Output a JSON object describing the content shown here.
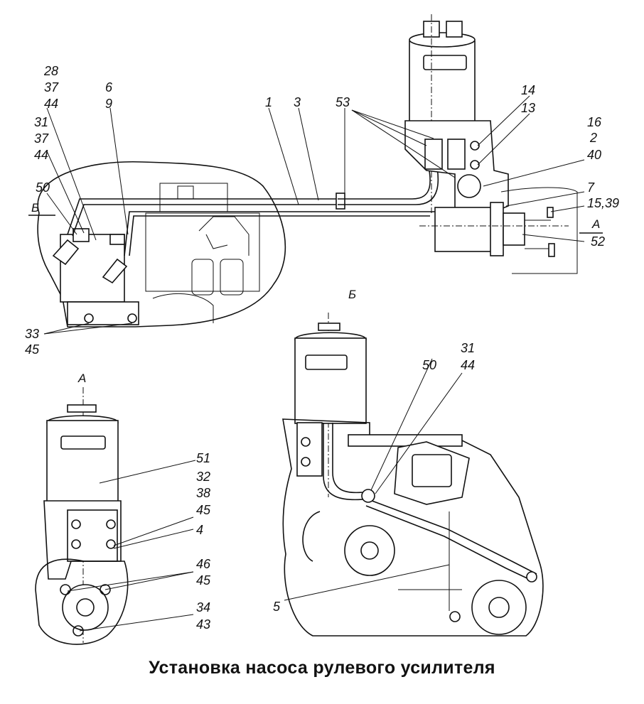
{
  "caption": "Установка насоса рулевого усилителя",
  "view_labels": {
    "b_top": "Б",
    "b_left": "Б",
    "a_right": "А",
    "a_bottom": "А"
  },
  "callouts": {
    "c28": "28",
    "c37a": "37",
    "c44a": "44",
    "c31a": "31",
    "c37b": "37",
    "c44b": "44",
    "c50a": "50",
    "c6": "6",
    "c9": "9",
    "c1": "1",
    "c3": "3",
    "c53": "53",
    "c14": "14",
    "c13": "13",
    "c16": "16",
    "c2": "2",
    "c40": "40",
    "c7": "7",
    "c1539": "15,39",
    "c52": "52",
    "c33": "33",
    "c45a": "45",
    "c51": "51",
    "c32": "32",
    "c38": "38",
    "c45b": "45",
    "c4": "4",
    "c46": "46",
    "c45c": "45",
    "c34": "34",
    "c43": "43",
    "c31b": "31",
    "c44c": "44",
    "c50b": "50",
    "c5": "5"
  }
}
